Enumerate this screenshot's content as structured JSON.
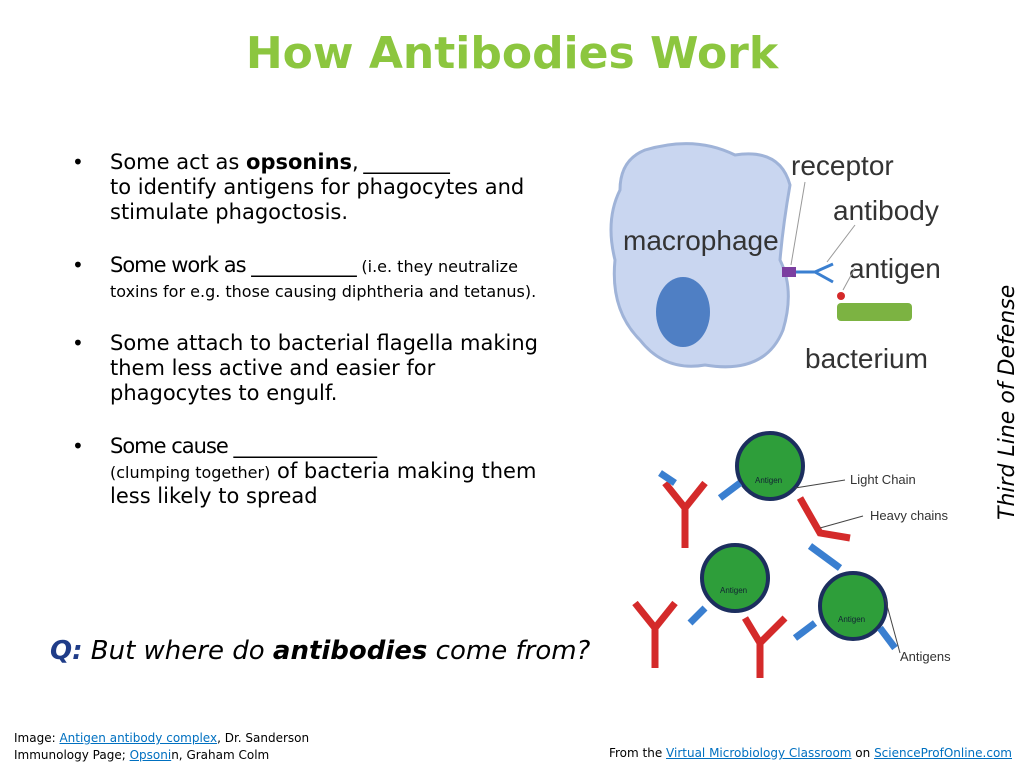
{
  "title": "How Antibodies Work",
  "bullets": [
    {
      "pre": "Some act as ",
      "bold": "opsonins",
      "mid": ", _________",
      "rest": "to identify antigens for phagocytes and stimulate phagoctosis."
    },
    {
      "pre": "Some work as ___________ ",
      "small": "(i.e. they neutralize toxins for e.g. those causing diphtheria and tetanus)."
    },
    {
      "text": "Some attach to bacterial flagella making them less active and easier for phagocytes to engulf."
    },
    {
      "pre": "Some cause _______________",
      "small": "(clumping together)",
      "rest": " of bacteria making them less likely to spread"
    }
  ],
  "question": {
    "q": "Q:",
    "pre": " But where do ",
    "bold": "antibodies",
    "post": " come from?"
  },
  "side_label": "Third Line of Defense",
  "diagram1": {
    "macrophage": "macrophage",
    "receptor": "receptor",
    "antibody": "antibody",
    "antigen": "antigen",
    "bacterium": "bacterium"
  },
  "diagram2": {
    "light_chain": "Light Chain",
    "heavy_chains": "Heavy chains",
    "antigens": "Antigens",
    "antigen_label": "Antigen"
  },
  "credits": {
    "line1_pre": "Image: ",
    "line1_link": "Antigen antibody complex",
    "line1_post": ", Dr. Sanderson",
    "line2_pre": "Immunology Page; ",
    "line2_link": "Opsoni",
    "line2_post": "n, Graham Colm",
    "right_pre": "From the ",
    "right_link1": "Virtual Microbiology Classroom",
    "right_mid": " on ",
    "right_link2": "ScienceProfOnline.com"
  },
  "colors": {
    "title": "#8CC63F",
    "link": "#0070C0",
    "macrophage": "#C9D6F0",
    "nucleus": "#4F7FC4",
    "antigen_ball": "#2E9E3A",
    "antibody_red": "#D42A2A",
    "antibody_blue": "#3A7FD0"
  }
}
